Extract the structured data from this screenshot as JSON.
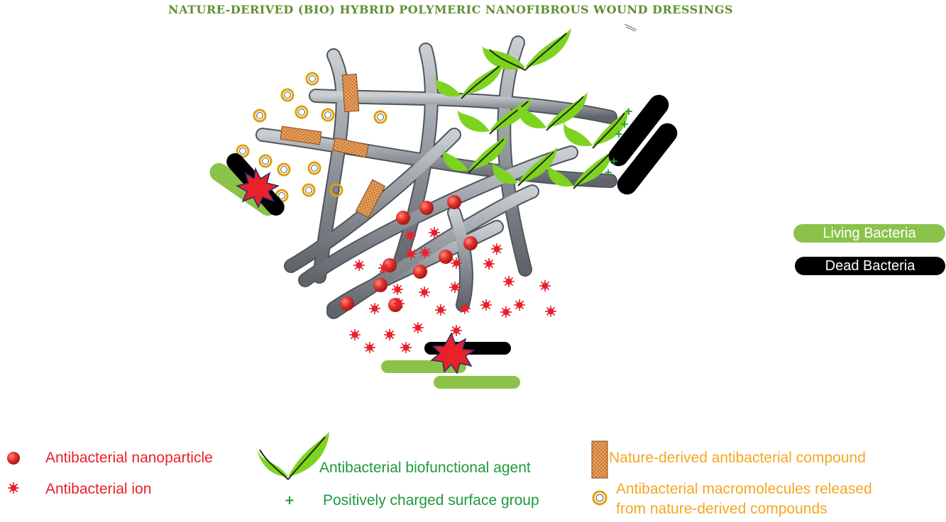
{
  "title": "NATURE-DERIVED (BIO) HYBRID POLYMERIC NANOFIBROUS WOUND DRESSINGS",
  "bacteria_legend": {
    "living": "Living Bacteria",
    "dead": "Dead Bacteria"
  },
  "legend": {
    "nanoparticle": "Antibacterial nanoparticle",
    "ion": "Antibacterial ion",
    "biofunctional_agent": "Antibacterial biofunctional agent",
    "positive_group": "Positively charged surface group",
    "natural_compound": "Nature-derived antibacterial compound",
    "macromolecules_line1": "Antibacterial macromolecules released",
    "macromolecules_line2": "from nature-derived compounds"
  },
  "colors": {
    "fiber": "#8f959b",
    "leaf": "#7ed321",
    "nanoparticle": "#d9322e",
    "ion": "#e8212a",
    "compound": "#c8742e",
    "macromolecule_ring": "#e0a000",
    "living_bacteria": "#8bc34a",
    "dead_bacteria": "#000000",
    "plus": "#1e9a3b"
  }
}
